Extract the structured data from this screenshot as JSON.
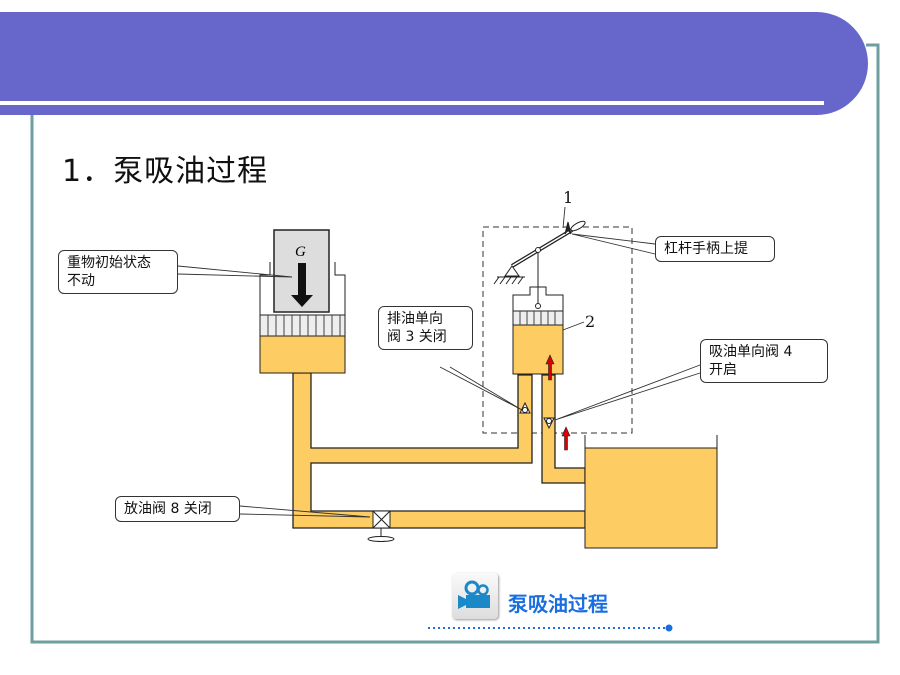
{
  "slide": {
    "title": "1．泵吸油过程",
    "colors": {
      "header": "#6767cb",
      "frame": "#6f9e9e",
      "oil": "#fdcc62",
      "link": "#1a6fe0"
    }
  },
  "diagram": {
    "weight_label": "G",
    "part_numbers": {
      "lever": "1",
      "pump": "2"
    },
    "callouts": {
      "weight": "重物初始状态\n不动",
      "discharge_valve": "排油单向\n阀 3 关闭",
      "lever": "杠杆手柄上提",
      "suction_valve": "吸油单向阀 4\n开启",
      "drain_valve": "放油阀 8 关闭"
    }
  },
  "media_link": {
    "icon": "video-camera-icon",
    "label": "泵吸油过程"
  }
}
